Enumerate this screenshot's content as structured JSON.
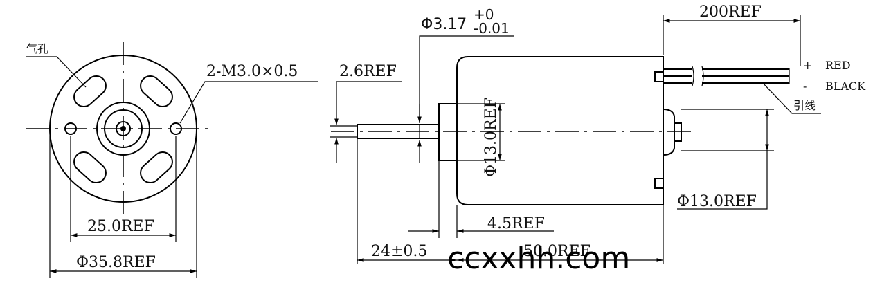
{
  "labels": {
    "vent_hole": "气孔",
    "mount_thread": "2-M3.0×0.5",
    "mount_pitch": "25.0REF",
    "body_dia": "Φ35.8REF",
    "shaft_step": "2.6REF",
    "shaft_dia": "Φ3.17",
    "shaft_tol_upper": "+0",
    "shaft_tol_lower": "-0.01",
    "boss_dia": "Φ13.0REF",
    "rear_boss_dia": "Φ13.0REF",
    "lead_length": "200REF",
    "lead_pos_sign": "+",
    "lead_neg_sign": "-",
    "lead_pos_color": "RED",
    "lead_neg_color": "BLACK",
    "lead_wire": "引线",
    "boss_length": "4.5REF",
    "shaft_length": "24±0.5",
    "body_length": "50.0REF",
    "watermark": "ccxxhh.com"
  }
}
